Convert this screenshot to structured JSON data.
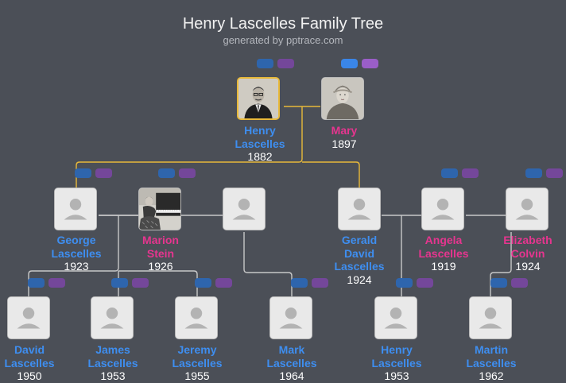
{
  "header": {
    "title": "Henry Lascelles Family Tree",
    "subtitle": "generated by pptrace.com"
  },
  "people": [
    {
      "id": "henry1882",
      "first": "Henry",
      "last": "Lascelles",
      "year": "1882",
      "gender": "m",
      "photo": "man-portrait-photo",
      "selected": true
    },
    {
      "id": "mary1897",
      "first": "Mary",
      "last": "",
      "year": "1897",
      "gender": "f",
      "photo": "woman-portrait-photo"
    },
    {
      "id": "george1923",
      "first": "George",
      "last": "Lascelles",
      "year": "1923",
      "gender": "m",
      "photo": "placeholder"
    },
    {
      "id": "marion1926",
      "first": "Marion",
      "last": "Stein",
      "year": "1926",
      "gender": "f",
      "photo": "woman-piano-photo"
    },
    {
      "id": "spouse3",
      "first": "",
      "last": "",
      "year": "",
      "gender": "f",
      "photo": "placeholder"
    },
    {
      "id": "gerald1924",
      "first": "Gerald David",
      "last": "Lascelles",
      "year": "1924",
      "gender": "m",
      "photo": "placeholder"
    },
    {
      "id": "angela1919",
      "first": "Angela",
      "last": "Lascelles",
      "year": "1919",
      "gender": "f",
      "photo": "placeholder"
    },
    {
      "id": "elizabeth1924",
      "first": "Elizabeth",
      "last": "Colvin",
      "year": "1924",
      "gender": "f",
      "photo": "placeholder"
    },
    {
      "id": "david1950",
      "first": "David",
      "last": "Lascelles",
      "year": "1950",
      "gender": "m",
      "photo": "placeholder"
    },
    {
      "id": "james1953",
      "first": "James",
      "last": "Lascelles",
      "year": "1953",
      "gender": "m",
      "photo": "placeholder"
    },
    {
      "id": "jeremy1955",
      "first": "Jeremy",
      "last": "Lascelles",
      "year": "1955",
      "gender": "m",
      "photo": "placeholder"
    },
    {
      "id": "mark1964",
      "first": "Mark",
      "last": "Lascelles",
      "year": "1964",
      "gender": "m",
      "photo": "placeholder"
    },
    {
      "id": "henry1953",
      "first": "Henry",
      "last": "Lascelles",
      "year": "1953",
      "gender": "m",
      "photo": "placeholder"
    },
    {
      "id": "martin1962",
      "first": "Martin",
      "last": "Lascelles",
      "year": "1962",
      "gender": "m",
      "photo": "placeholder"
    }
  ],
  "colors": {
    "background": "#4b4f57",
    "male": "#3e8ef0",
    "female": "#e6358f",
    "highlight_line": "#e8b93a",
    "line": "#c8c8c8"
  }
}
